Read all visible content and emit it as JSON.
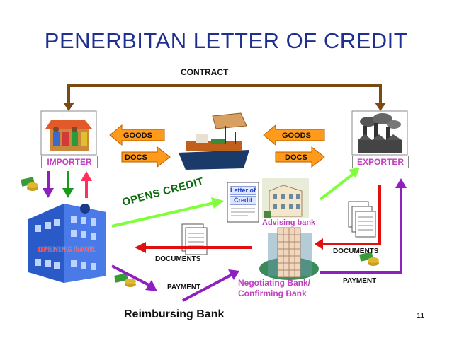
{
  "title": "PENERBITAN LETTER OF CREDIT",
  "contract_label": "CONTRACT",
  "left_goods_label": "GOODS",
  "left_docs_label": "DOCS",
  "right_goods_label": "GOODS",
  "right_docs_label": "DOCS",
  "importer_label": "IMPORTER",
  "exporter_label": "EXPORTER",
  "opens_credit_label": "OPENS CREDIT",
  "letter_of_credit_label": [
    "Letter of",
    "Credit"
  ],
  "advising_bank_label": "Advising bank",
  "opening_bank_label": "OPENING BANK",
  "documents_left_label": "DOCUMENTS",
  "payment_left_label": "PAYMENT",
  "documents_right_label": "DOCUMENTS",
  "payment_right_label": "PAYMENT",
  "negotiating_bank_label": [
    "Negotiating Bank/",
    "Confirming Bank"
  ],
  "reimbursing_bank_label": "Reimbursing Bank",
  "page_number": "11",
  "colors": {
    "title": "#1f2f8f",
    "contract_arrow": "#7a4a12",
    "goods_docs_arrow": "#ff8c00",
    "opens_credit_arrow": "#7fff3a",
    "documents_arrow": "#e01010",
    "payment_arrow": "#8f1fbf",
    "bank_label": "#c040c0",
    "importer_arrows": [
      "#8f1fbf",
      "#1a9a1a",
      "#ff3060"
    ]
  }
}
